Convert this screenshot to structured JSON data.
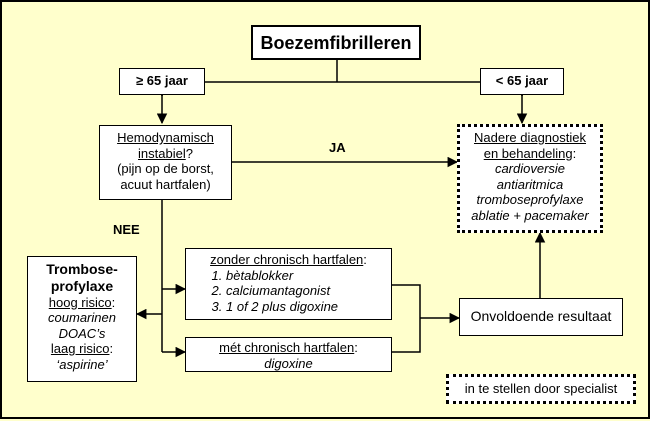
{
  "title": "Boezemfibrilleren",
  "age_high": "≥ 65 jaar",
  "age_low": "< 65 jaar",
  "hemo": {
    "title_line1": "Hemodynamisch",
    "title_line2": "instabiel",
    "qmark": "?",
    "sub_line1": "(pijn op de borst,",
    "sub_line2": "acuut hartfalen)"
  },
  "ja_label": "JA",
  "nee_label": "NEE",
  "nadere": {
    "title_line1": "Nadere diagnostiek",
    "title_line2": "en behandeling",
    "colon": ":",
    "items": [
      "cardioversie",
      "antiaritmica",
      "tromboseprofylaxe",
      "ablatie + pacemaker"
    ]
  },
  "zonder": {
    "title": "zonder chronisch hartfalen",
    "colon": ":",
    "items": [
      "bètablokker",
      "calciumantagonist",
      "1 of 2 plus digoxine"
    ]
  },
  "met": {
    "title": "mét chronisch hartfalen",
    "colon": ":",
    "item": "digoxine"
  },
  "trombo": {
    "title_line1": "Trombose-",
    "title_line2": "profylaxe",
    "hoog_label": "hoog risico",
    "hoog_colon": ":",
    "hoog_line1": "coumarinen",
    "hoog_line2": "DOAC’s",
    "laag_label": "laag risico",
    "laag_colon": ":",
    "laag_item": "‘aspirine’"
  },
  "onvoldoende": "Onvoldoende resultaat",
  "legend": "in te stellen door specialist"
}
